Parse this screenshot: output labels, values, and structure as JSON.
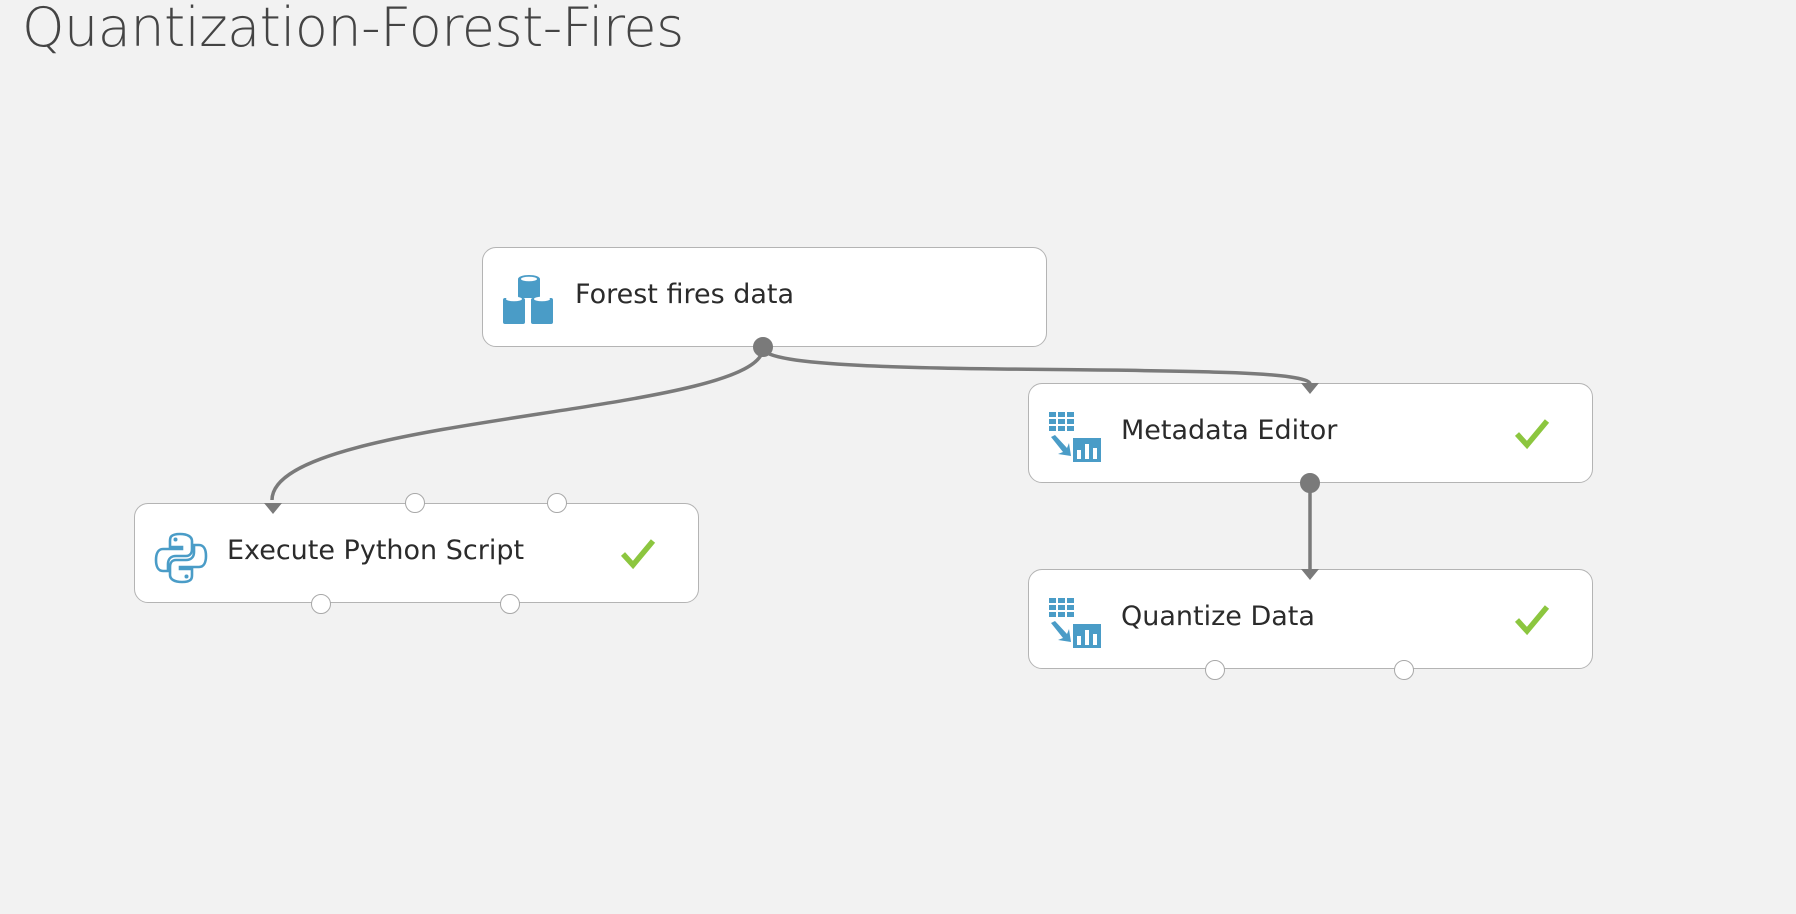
{
  "experiment": {
    "title": "Quantization-Forest-Fires"
  },
  "modules": {
    "forest_fires_data": {
      "label": "Forest fires data",
      "icon": "dataset-icon"
    },
    "metadata_editor": {
      "label": "Metadata Editor",
      "icon": "transform-data-icon",
      "status": "completed"
    },
    "execute_python_script": {
      "label": "Execute Python Script",
      "icon": "python-icon",
      "status": "completed"
    },
    "quantize_data": {
      "label": "Quantize Data",
      "icon": "transform-data-icon",
      "status": "completed"
    }
  },
  "connections": [
    {
      "from": "forest_fires_data",
      "to": "execute_python_script"
    },
    {
      "from": "forest_fires_data",
      "to": "metadata_editor"
    },
    {
      "from": "metadata_editor",
      "to": "quantize_data"
    }
  ],
  "colors": {
    "canvas_background": "#f2f2f2",
    "icon_blue": "#4a9cc7",
    "check_green": "#8cc63f",
    "connector_gray": "#7a7a7a"
  }
}
